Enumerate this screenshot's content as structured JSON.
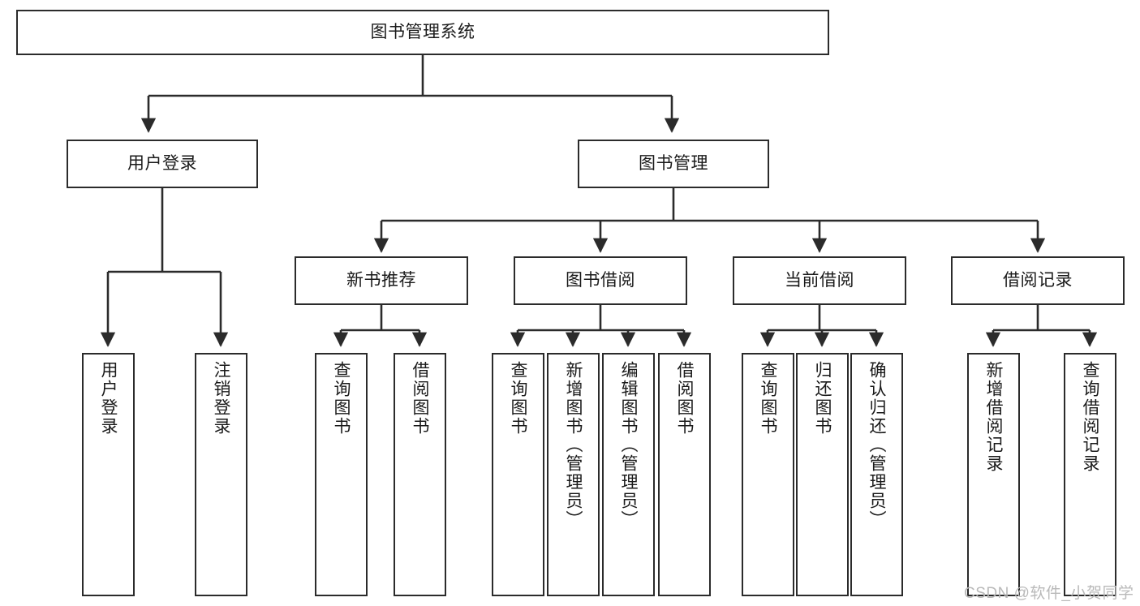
{
  "diagram": {
    "title": "图书管理系统",
    "type": "tree-hierarchy-diagram",
    "colors": {
      "stroke": "#2b2b2b",
      "fill": "#ffffff",
      "text": "#1a1a1a",
      "watermark": "#b9b9b9"
    },
    "nodes": {
      "root": {
        "label": "图书管理系统"
      },
      "level1": [
        {
          "id": "user-login",
          "label": "用户登录"
        },
        {
          "id": "book-management",
          "label": "图书管理"
        }
      ],
      "level2": [
        {
          "id": "new-book-recommend",
          "label": "新书推荐"
        },
        {
          "id": "book-borrow",
          "label": "图书借阅"
        },
        {
          "id": "current-borrow",
          "label": "当前借阅"
        },
        {
          "id": "borrow-record",
          "label": "借阅记录"
        }
      ],
      "leaves": {
        "user_login": [
          {
            "id": "leaf-user-login",
            "label": "用户登录"
          },
          {
            "id": "leaf-logout-login",
            "label": "注销登录"
          }
        ],
        "new_book_recommend": [
          {
            "id": "leaf-query-book-1",
            "label": "查询图书"
          },
          {
            "id": "leaf-borrow-book-1",
            "label": "借阅图书"
          }
        ],
        "book_borrow": [
          {
            "id": "leaf-query-book-2",
            "label": "查询图书"
          },
          {
            "id": "leaf-add-book",
            "label": "新增图书（管理员）"
          },
          {
            "id": "leaf-edit-book",
            "label": "编辑图书（管理员）"
          },
          {
            "id": "leaf-borrow-book-2",
            "label": "借阅图书"
          }
        ],
        "current_borrow": [
          {
            "id": "leaf-query-book-3",
            "label": "查询图书"
          },
          {
            "id": "leaf-return-book",
            "label": "归还图书"
          },
          {
            "id": "leaf-confirm-return",
            "label": "确认归还（管理员）"
          }
        ],
        "borrow_record": [
          {
            "id": "leaf-add-borrow-record",
            "label": "新增借阅记录"
          },
          {
            "id": "leaf-query-borrow-record",
            "label": "查询借阅记录"
          }
        ]
      }
    },
    "watermark": "CSDN @软件_小贺同学"
  }
}
